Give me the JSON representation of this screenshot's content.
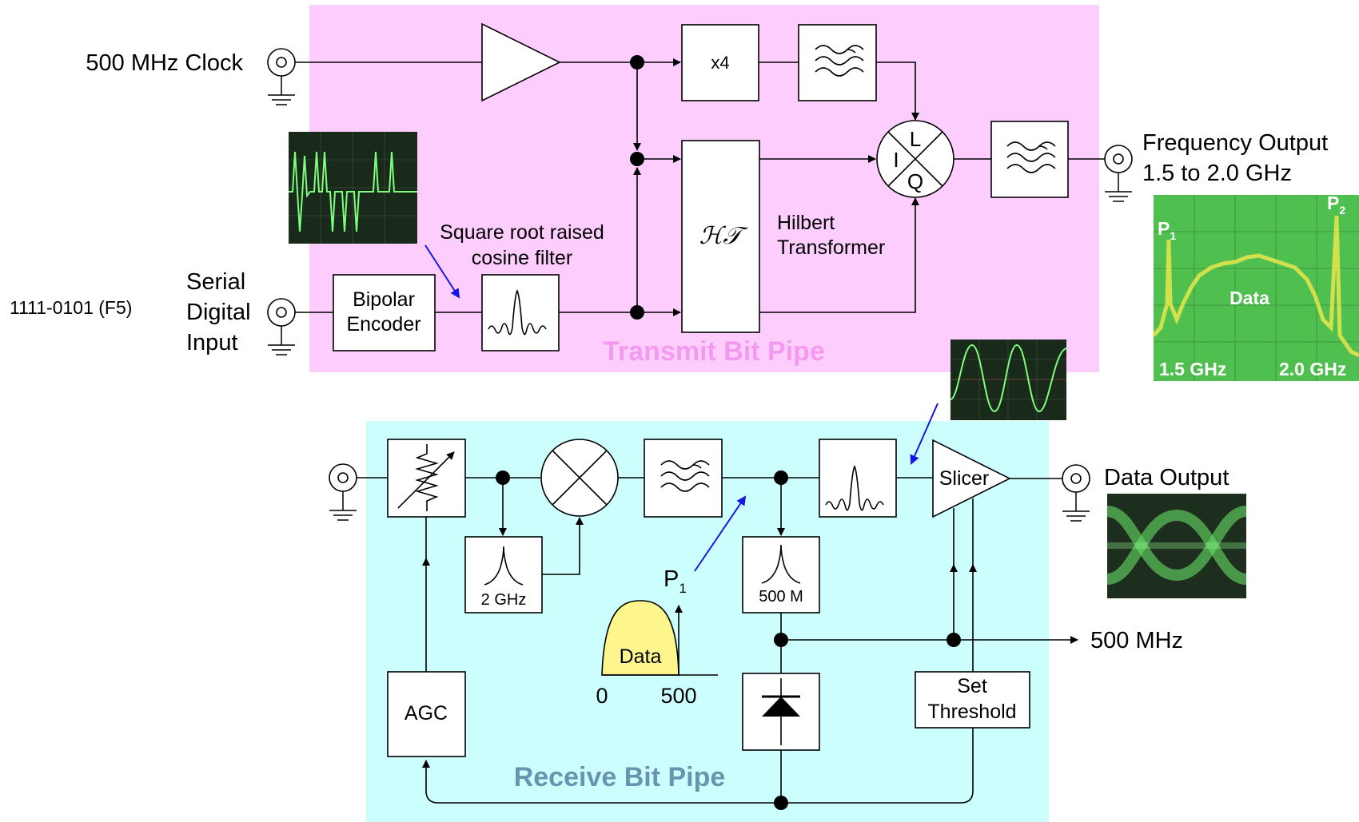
{
  "colors": {
    "transmit_bg": "#fdcdfd",
    "receive_bg": "#ccfefe",
    "transmit_title": "#f39af0",
    "receive_title": "#6a93b0",
    "scope_bg": "#1a2a1a",
    "scope_trace": "#7cff7c",
    "spectrum_bg": "#4fc04f",
    "spectrum_trace": "#e6e64a",
    "data_lobe": "#fef68c",
    "arrow_blue": "#1515e8"
  },
  "sections": {
    "transmit_title": "Transmit Bit Pipe",
    "receive_title": "Receive Bit Pipe"
  },
  "inputs": {
    "clock_label": "500 MHz Clock",
    "serial_label_1": "Serial",
    "serial_label_2": "Digital",
    "serial_label_3": "Input",
    "pattern_label": "1111-0101 (F5)"
  },
  "transmit": {
    "multiplier_label": "x4",
    "encoder_label_1": "Bipolar",
    "encoder_label_2": "Encoder",
    "filter_label_1": "Square root raised",
    "filter_label_2": "cosine filter",
    "hilbert_symbol": "ℋ𝒯",
    "hilbert_label_1": "Hilbert",
    "hilbert_label_2": "Transformer",
    "mixer_L": "L",
    "mixer_I": "I",
    "mixer_Q": "Q",
    "output_label_1": "Frequency Output",
    "output_label_2": "1.5 to 2.0 GHz"
  },
  "spectrum_inset": {
    "p1_label": "P",
    "p1_sub": "1",
    "p2_label": "P",
    "p2_sub": "2",
    "data_label": "Data",
    "left_freq": "1.5 GHz",
    "right_freq": "2.0 GHz"
  },
  "receive": {
    "bandpass_2g": "2 GHz",
    "bandpass_500m": "500 M",
    "slicer_label": "Slicer",
    "agc_label": "AGC",
    "threshold_label_1": "Set",
    "threshold_label_2": "Threshold",
    "data_output_label": "Data Output",
    "clock_out_label": "500 MHz",
    "p1_label": "P",
    "p1_sub": "1",
    "data_lobe_label": "Data",
    "axis_zero": "0",
    "axis_500": "500"
  }
}
